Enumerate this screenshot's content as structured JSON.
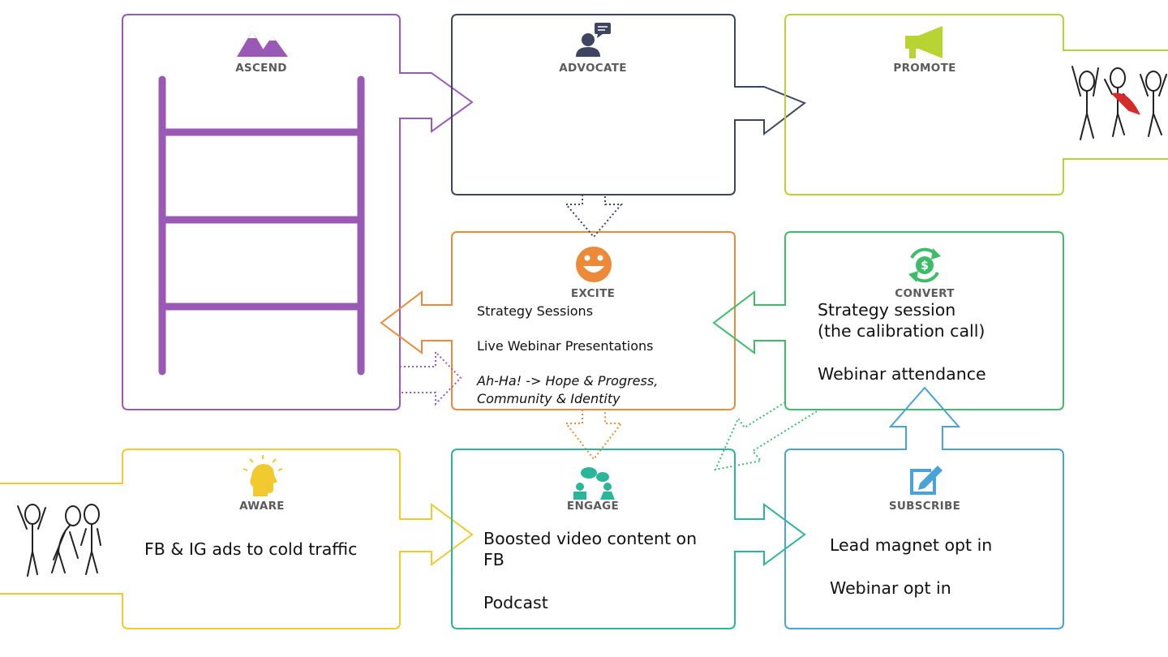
{
  "colors": {
    "ascend": "#9b59b6",
    "advocate": "#3d4561",
    "promote": "#b8d432",
    "excite": "#ec8a3a",
    "convert": "#3dbd6a",
    "aware": "#f2c92e",
    "engage": "#2bb59b",
    "subscribe": "#4aa3d8"
  },
  "stages": {
    "ascend": {
      "label": "ASCEND",
      "icon": "mountains-icon"
    },
    "advocate": {
      "label": "ADVOCATE",
      "icon": "speaking-person-icon"
    },
    "promote": {
      "label": "PROMOTE",
      "icon": "megaphone-icon"
    },
    "excite": {
      "label": "EXCITE",
      "icon": "smiley-icon",
      "items": [
        "Strategy Sessions",
        "Live Webinar Presentations"
      ],
      "italic_lines": [
        "Ah-Ha! -> Hope & Progress,",
        "Community & Identity"
      ]
    },
    "convert": {
      "label": "CONVERT",
      "icon": "dollar-cycle-icon",
      "items": [
        "Strategy session",
        "(the calibration call)",
        "Webinar attendance"
      ]
    },
    "aware": {
      "label": "AWARE",
      "icon": "lightbulb-head-icon",
      "items": [
        "FB & IG ads to cold traffic"
      ]
    },
    "engage": {
      "label": "ENGAGE",
      "icon": "people-chat-icon",
      "items": [
        "Boosted video content on",
        "FB",
        "Podcast"
      ]
    },
    "subscribe": {
      "label": "SUBSCRIBE",
      "icon": "edit-box-icon",
      "items": [
        "Lead magnet opt in",
        "Webinar opt in"
      ]
    }
  }
}
